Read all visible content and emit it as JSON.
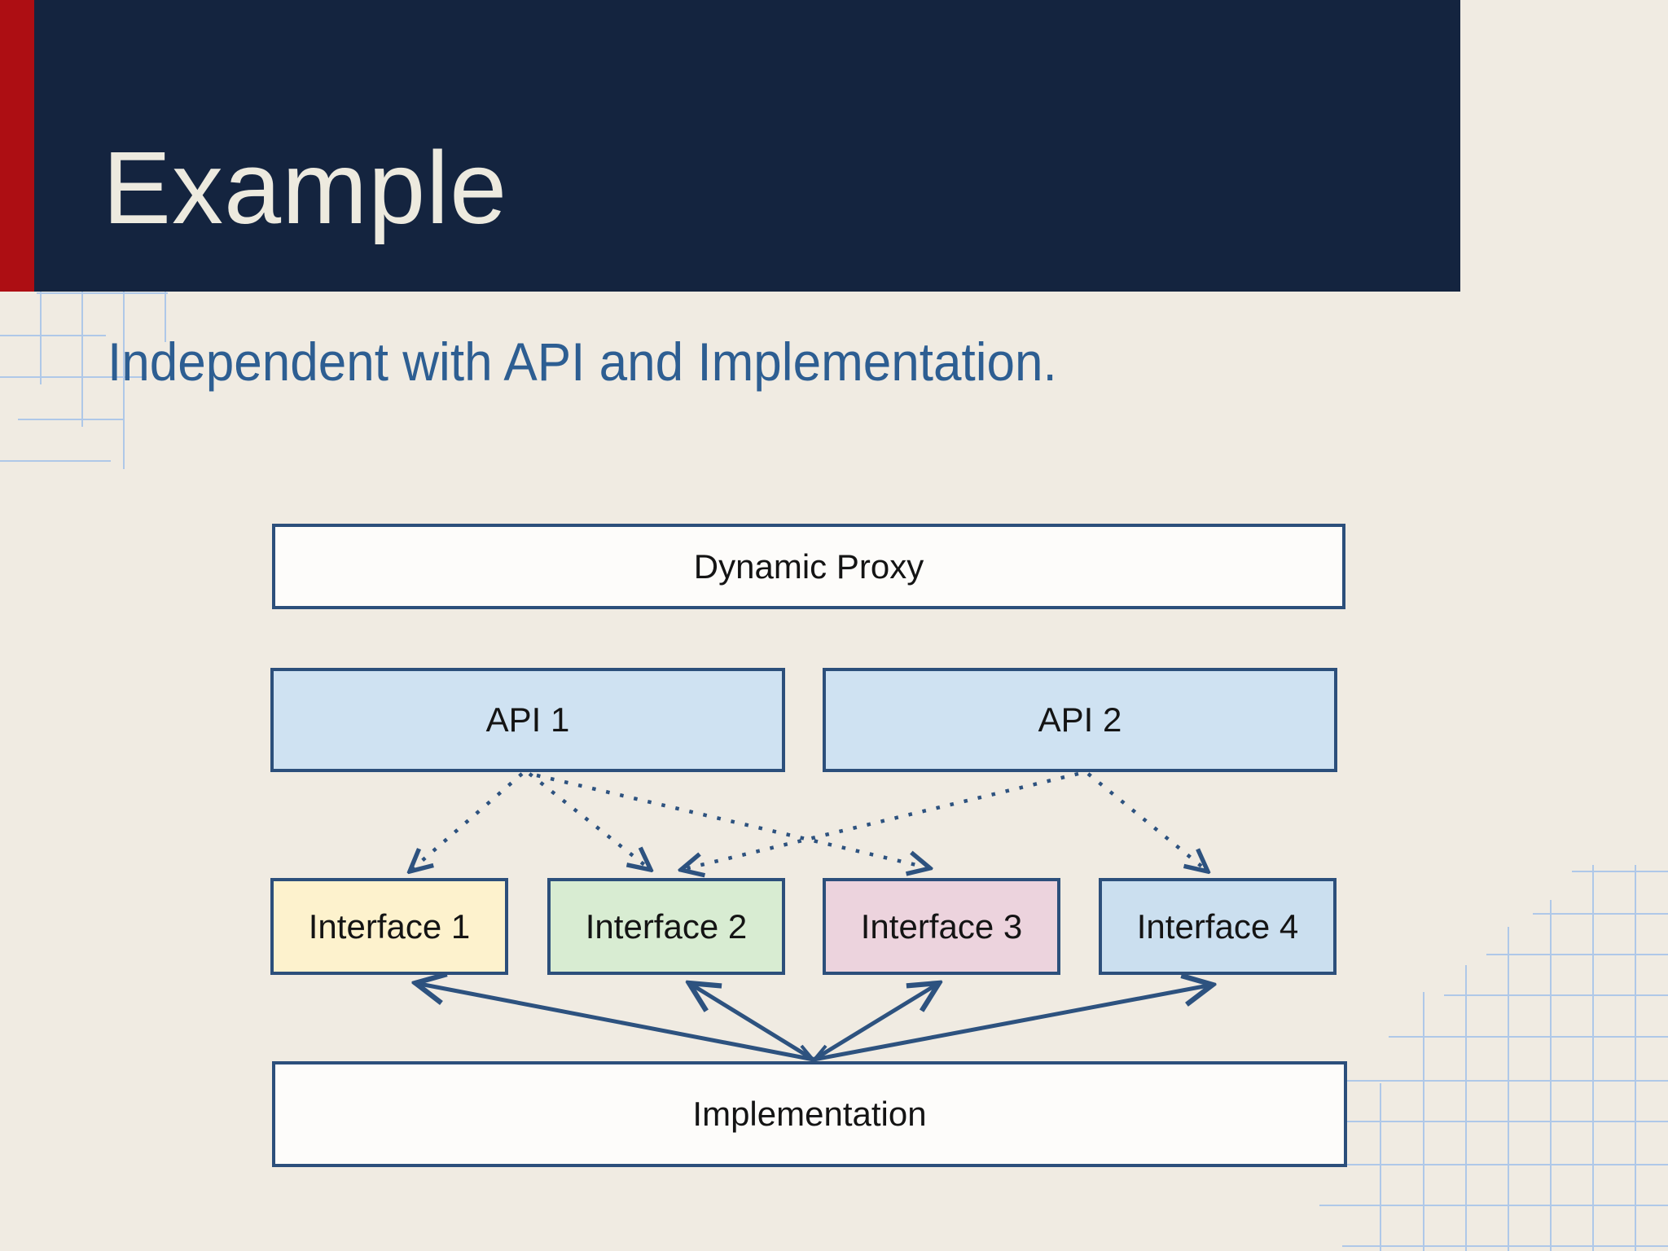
{
  "slide": {
    "title": "Example",
    "subtitle": "Independent with API and Implementation."
  },
  "colors": {
    "header_bg": "#14243f",
    "accent_bar": "#ad0e13",
    "page_bg": "#f0ebe2",
    "title_text": "#edeadf",
    "subtitle_text": "#2d5e92",
    "node_border": "#2c4f7b",
    "node_text": "#141414",
    "arrow": "#2d527f",
    "grid_line": "#afc8e8"
  },
  "diagram": {
    "nodes": [
      {
        "id": "dynamic-proxy",
        "label": "Dynamic Proxy",
        "fill": "#fdfcfa"
      },
      {
        "id": "api-1",
        "label": "API 1",
        "fill": "#cfe2f2"
      },
      {
        "id": "api-2",
        "label": "API 2",
        "fill": "#cfe2f2"
      },
      {
        "id": "interface-1",
        "label": "Interface 1",
        "fill": "#fdf2cd"
      },
      {
        "id": "interface-2",
        "label": "Interface 2",
        "fill": "#d8ecd2"
      },
      {
        "id": "interface-3",
        "label": "Interface 3",
        "fill": "#ecd3dd"
      },
      {
        "id": "interface-4",
        "label": "Interface 4",
        "fill": "#cbdfef"
      },
      {
        "id": "implementation",
        "label": "Implementation",
        "fill": "#fdfcfa"
      }
    ],
    "edges": [
      {
        "from": "API 1",
        "to": "Interface 1",
        "style": "dotted"
      },
      {
        "from": "API 1",
        "to": "Interface 2",
        "style": "dotted"
      },
      {
        "from": "API 1",
        "to": "Interface 3",
        "style": "dotted"
      },
      {
        "from": "API 2",
        "to": "Interface 2",
        "style": "dotted"
      },
      {
        "from": "API 2",
        "to": "Interface 4",
        "style": "dotted"
      },
      {
        "from": "Implementation",
        "to": "Interface 1",
        "style": "solid"
      },
      {
        "from": "Implementation",
        "to": "Interface 2",
        "style": "solid"
      },
      {
        "from": "Implementation",
        "to": "Interface 3",
        "style": "solid"
      },
      {
        "from": "Implementation",
        "to": "Interface 4",
        "style": "solid"
      }
    ]
  }
}
